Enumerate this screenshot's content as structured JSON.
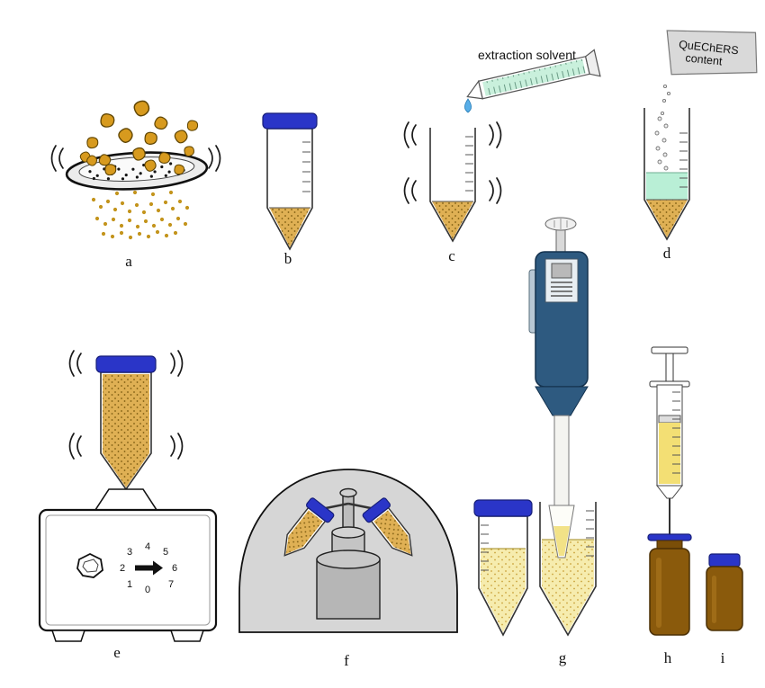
{
  "steps": [
    "a",
    "b",
    "c",
    "d",
    "e",
    "f",
    "g",
    "h",
    "i"
  ],
  "annotations": {
    "extraction_solvent": "extraction solvent"
  },
  "packet": {
    "line1": "QuEChERS",
    "line2": "content"
  },
  "dial": [
    "0",
    "1",
    "2",
    "3",
    "4",
    "5",
    "6",
    "7"
  ],
  "colors": {
    "cap_blue": "#2a35c8",
    "sample_tan": "#dfb054",
    "solvent_green": "#b9efd6",
    "liquid_yellow": "#f3df74",
    "vial_amber": "#8a5a0c",
    "pipette_blue": "#2e5a80",
    "centrifuge_grey": "#d6d6d6"
  }
}
